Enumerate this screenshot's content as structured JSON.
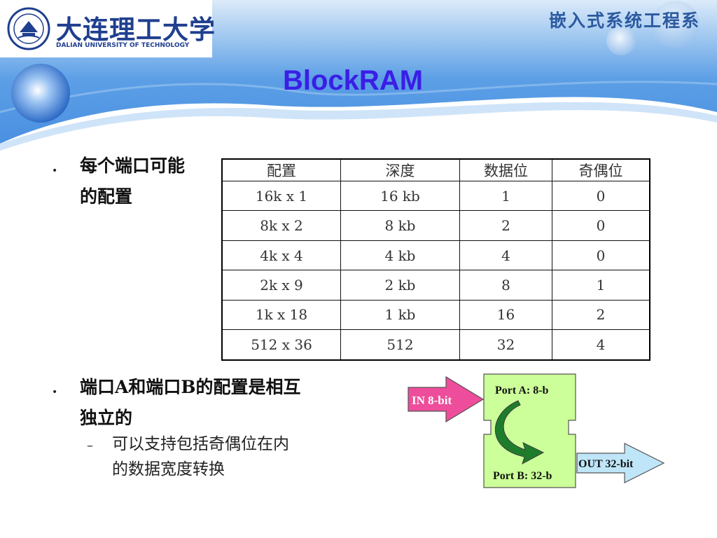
{
  "header": {
    "logo_cn": "大连理工大学",
    "logo_en": "DALIAN UNIVERSITY OF TECHNOLOGY",
    "course_title": "嵌入式系统工程系",
    "slide_title": "BlockRAM"
  },
  "bullets": [
    {
      "text_line1": "每个端口可能",
      "text_line2": "的配置"
    },
    {
      "text_line1": "端口A和端口B的配置是相互",
      "text_line2": "独立的"
    }
  ],
  "sub_bullet": {
    "line1": "可以支持包括奇偶位在内",
    "line2": "的数据宽度转换"
  },
  "table": {
    "headers": [
      "配置",
      "深度",
      "数据位",
      "奇偶位"
    ],
    "rows": [
      [
        "16k  x  1",
        "16  kb",
        "1",
        "0"
      ],
      [
        "8k  x  2",
        "8  kb",
        "2",
        "0"
      ],
      [
        "4k  x  4",
        "4  kb",
        "4",
        "0"
      ],
      [
        "2k  x  9",
        "2  kb",
        "8",
        "1"
      ],
      [
        "1k  x  18",
        "1  kb",
        "16",
        "2"
      ],
      [
        "512  x  36",
        "512",
        "32",
        "4"
      ]
    ]
  },
  "diagram": {
    "in_label": "IN 8-bit",
    "port_a": "Port A: 8-b",
    "port_b": "Port B: 32-b",
    "out_label": "OUT 32-bit",
    "colors": {
      "in_arrow": "#ee4d9b",
      "block": "#ccff99",
      "curve": "#1e7d2a",
      "out_arrow": "#bfe6f8"
    }
  },
  "theme": {
    "title_color": "#3a1ee6",
    "header_blue": "#5a9ee6"
  }
}
